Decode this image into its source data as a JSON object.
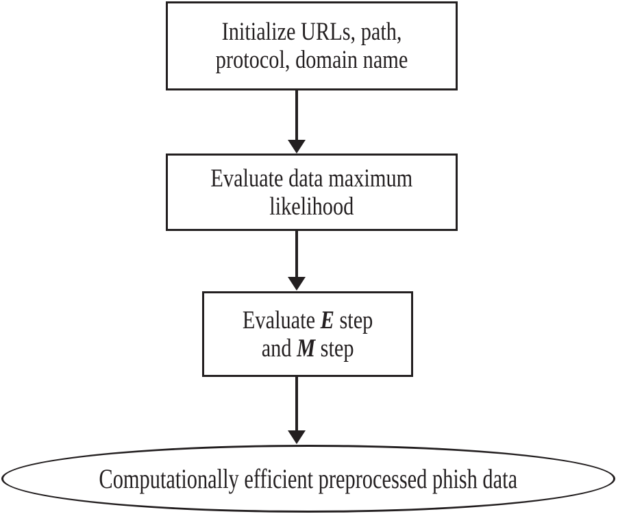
{
  "flowchart": {
    "step1": {
      "line1": "Initialize URLs, path,",
      "line2": "protocol, domain name"
    },
    "step2": {
      "line1": "Evaluate data maximum",
      "line2": "likelihood"
    },
    "step3": {
      "line1_prefix": "Evaluate ",
      "line1_variable": "E",
      "line1_suffix": " step",
      "line2_prefix": "and ",
      "line2_variable": "M",
      "line2_suffix": " step"
    },
    "result": {
      "label": "Computationally efficient preprocessed phish data"
    },
    "colors": {
      "line": "#231f20",
      "text": "#231f20",
      "background": "#ffffff"
    }
  }
}
